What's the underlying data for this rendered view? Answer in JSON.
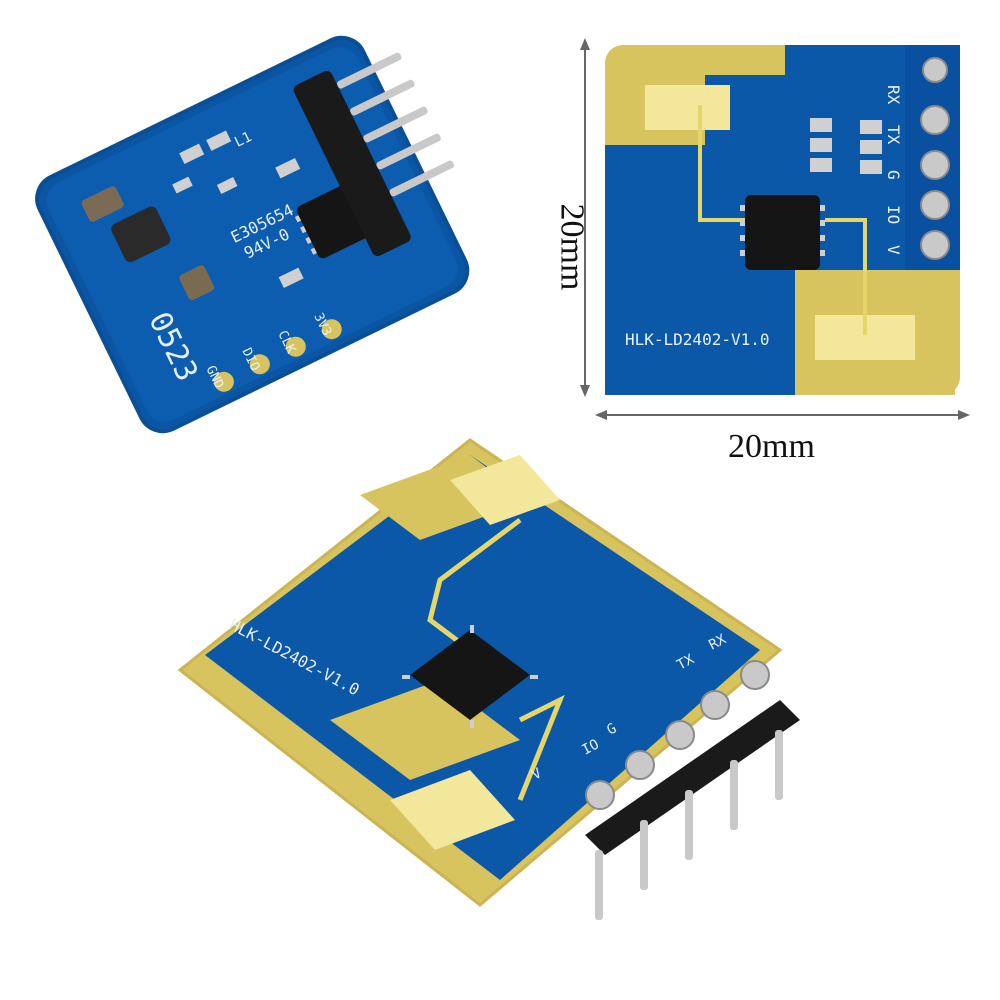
{
  "dimensions": {
    "width_label": "20mm",
    "height_label": "20mm"
  },
  "board": {
    "model_text": "HLK-LD2402-V1.0",
    "pin_labels": [
      "V",
      "IO",
      "G",
      "TX",
      "RX"
    ],
    "back_pin_labels": [
      "GND",
      "DIO",
      "CLK",
      "3V3"
    ],
    "back_texts": [
      "0523",
      "E305654",
      "94V-0",
      "L1"
    ]
  },
  "colors": {
    "pcb_blue": "#0b58a8",
    "pcb_blue_dark": "#084a8e",
    "gold": "#d8c45e",
    "gold_pad": "#f2e79a",
    "chip": "#151515",
    "pin": "#1a1a1a",
    "metal": "#c9c9c9"
  },
  "icons": [
    "chip-icon",
    "header-pin-icon"
  ]
}
